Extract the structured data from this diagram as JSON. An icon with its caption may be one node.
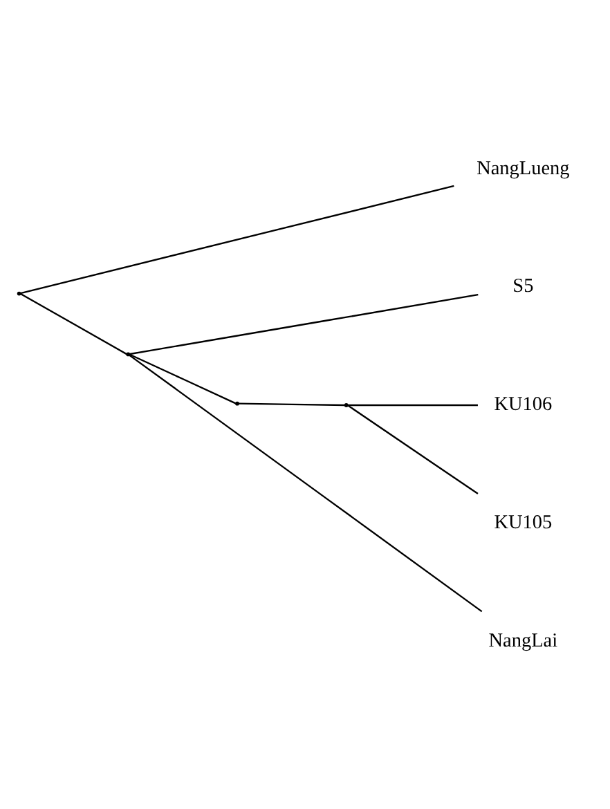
{
  "diagram": {
    "nodes": [
      {
        "text": [
          "NangLueng"
        ]
      },
      {
        "text": [
          "S5"
        ]
      },
      {
        "text": [
          "KU106"
        ]
      },
      {
        "text": [
          "KU105"
        ]
      },
      {
        "text": [
          "NangLai"
        ]
      },
      {
        "text": [],
        "shape": "point"
      },
      {
        "text": [],
        "shape": "point"
      },
      {
        "text": [],
        "shape": "point"
      },
      {
        "text": [],
        "shape": "point"
      }
    ],
    "edges": [
      {
        "from": 5,
        "to": 0,
        "arrow": "none"
      },
      {
        "from": 5,
        "to": 6,
        "arrow": "none"
      },
      {
        "from": 6,
        "to": 1,
        "arrow": "none"
      },
      {
        "from": 6,
        "to": 7,
        "arrow": "none"
      },
      {
        "from": 7,
        "to": 8,
        "arrow": "none"
      },
      {
        "from": 8,
        "to": 2,
        "arrow": "none"
      },
      {
        "from": 8,
        "to": 3,
        "arrow": "none"
      },
      {
        "from": 6,
        "to": 4,
        "arrow": "none"
      }
    ]
  }
}
